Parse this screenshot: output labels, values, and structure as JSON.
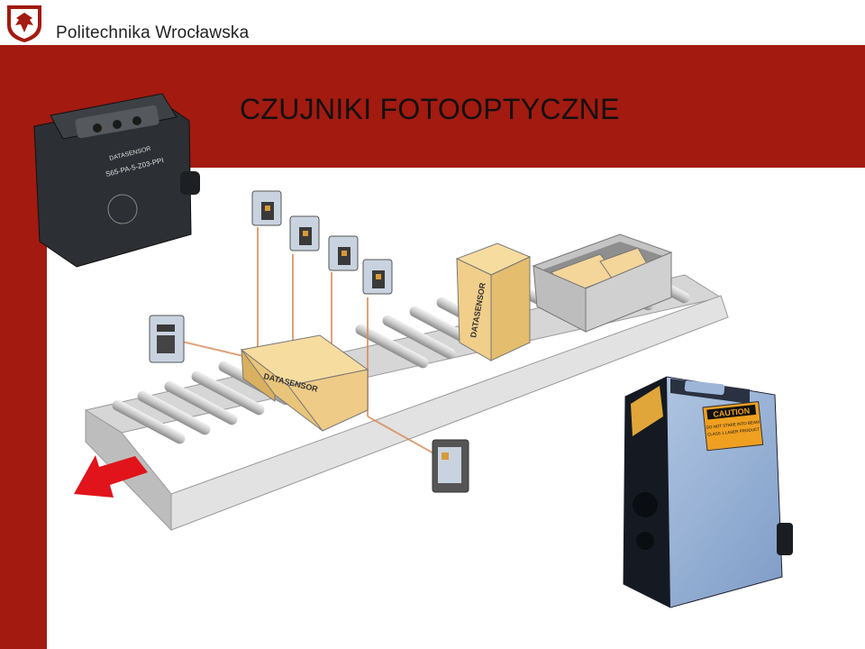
{
  "header": {
    "university_name": "Politechnika Wrocławska"
  },
  "slide": {
    "title": "CZUJNIKI FOTOOPTYCZNE"
  },
  "box_label": "DATASENSOR",
  "caution_label": {
    "title": "CAUTION",
    "line1": "DO NOT STARE INTO BEAM",
    "line2": "CLASS 1 LASER PRODUCT"
  },
  "black_sensor_label": {
    "brand": "DATASENSOR",
    "model": "S65-PA-5-Z03-PPI"
  },
  "colors": {
    "brand_red": "#a31a10",
    "arrow_red": "#e0141a",
    "box_tan": "#f2d08a",
    "sensor_blue": "#9db6d8"
  }
}
